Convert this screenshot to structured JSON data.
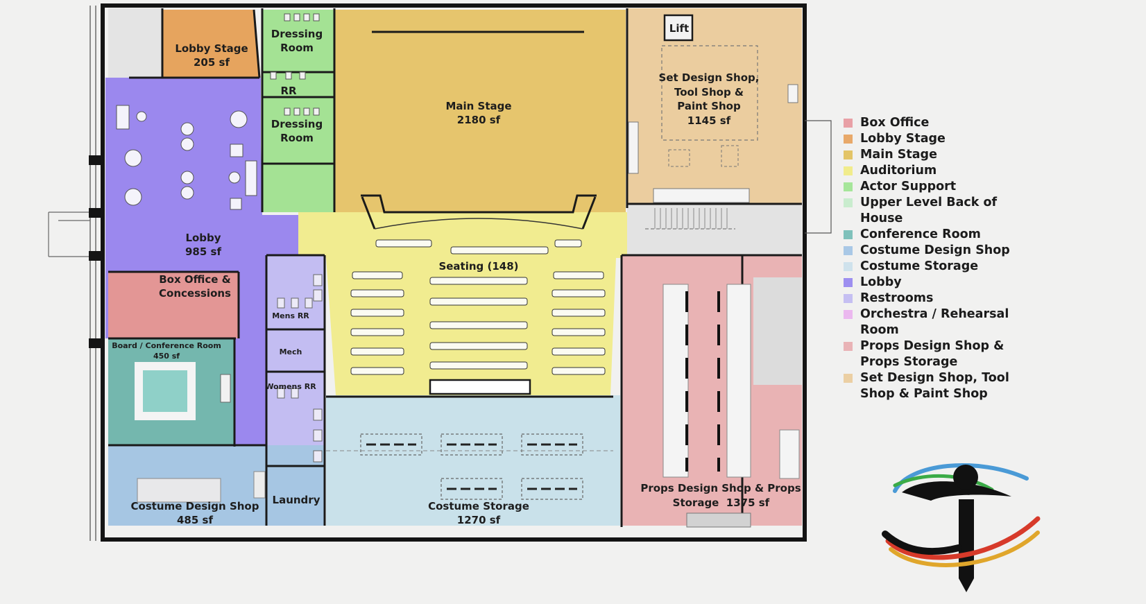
{
  "rooms": {
    "lobby_stage": {
      "name": "Lobby Stage",
      "area": "205 sf"
    },
    "dressing_room_1": {
      "line1": "Dressing",
      "line2": "Room"
    },
    "rr": {
      "name": "RR"
    },
    "dressing_room_2": {
      "line1": "Dressing",
      "line2": "Room"
    },
    "main_stage": {
      "name": "Main Stage",
      "area": "2180 sf"
    },
    "lift": {
      "name": "Lift"
    },
    "set_design": {
      "line1": "Set Design Shop,",
      "line2": "Tool Shop &",
      "line3": "Paint Shop",
      "area": "1145 sf"
    },
    "lobby": {
      "name": "Lobby",
      "area": "985 sf"
    },
    "seating": {
      "name": "Seating (148)"
    },
    "box_office": {
      "line1": "Box Office &",
      "line2": "Concessions"
    },
    "mens_rr": {
      "name": "Mens RR"
    },
    "board_room": {
      "name": "Board / Conference Room",
      "area": "450 sf"
    },
    "mech": {
      "name": "Mech"
    },
    "womens_rr": {
      "name": "Womens RR"
    },
    "costume_design": {
      "name": "Costume Design Shop",
      "area": "485 sf"
    },
    "laundry": {
      "name": "Laundry"
    },
    "costume_storage": {
      "name": "Costume Storage",
      "area": "1270 sf"
    },
    "props": {
      "line1": "Props Design Shop & Props",
      "line2": "Storage",
      "area": "1375 sf"
    }
  },
  "legend": [
    {
      "label": "Box Office",
      "color": "#e8a0a6"
    },
    {
      "label": "Lobby Stage",
      "color": "#e8a96a"
    },
    {
      "label": "Main Stage",
      "color": "#e3c467"
    },
    {
      "label": "Auditorium",
      "color": "#f1ec8c"
    },
    {
      "label": "Actor Support",
      "color": "#a6e69a"
    },
    {
      "label": "Upper Level Back of House",
      "color": "#c9ecce"
    },
    {
      "label": "Conference Room",
      "color": "#7fc1bb"
    },
    {
      "label": "Costume Design Shop",
      "color": "#a9c8e6"
    },
    {
      "label": "Costume Storage",
      "color": "#cfe2ec"
    },
    {
      "label": "Lobby",
      "color": "#9d8ff0"
    },
    {
      "label": "Restrooms",
      "color": "#c5bff2"
    },
    {
      "label": "Orchestra / Rehearsal Room",
      "color": "#ebb8ef"
    },
    {
      "label": "Props Design Shop & Props Storage",
      "color": "#e9b3b6"
    },
    {
      "label": "Set Design Shop, Tool Shop & Paint Shop",
      "color": "#ebcfa3"
    }
  ]
}
